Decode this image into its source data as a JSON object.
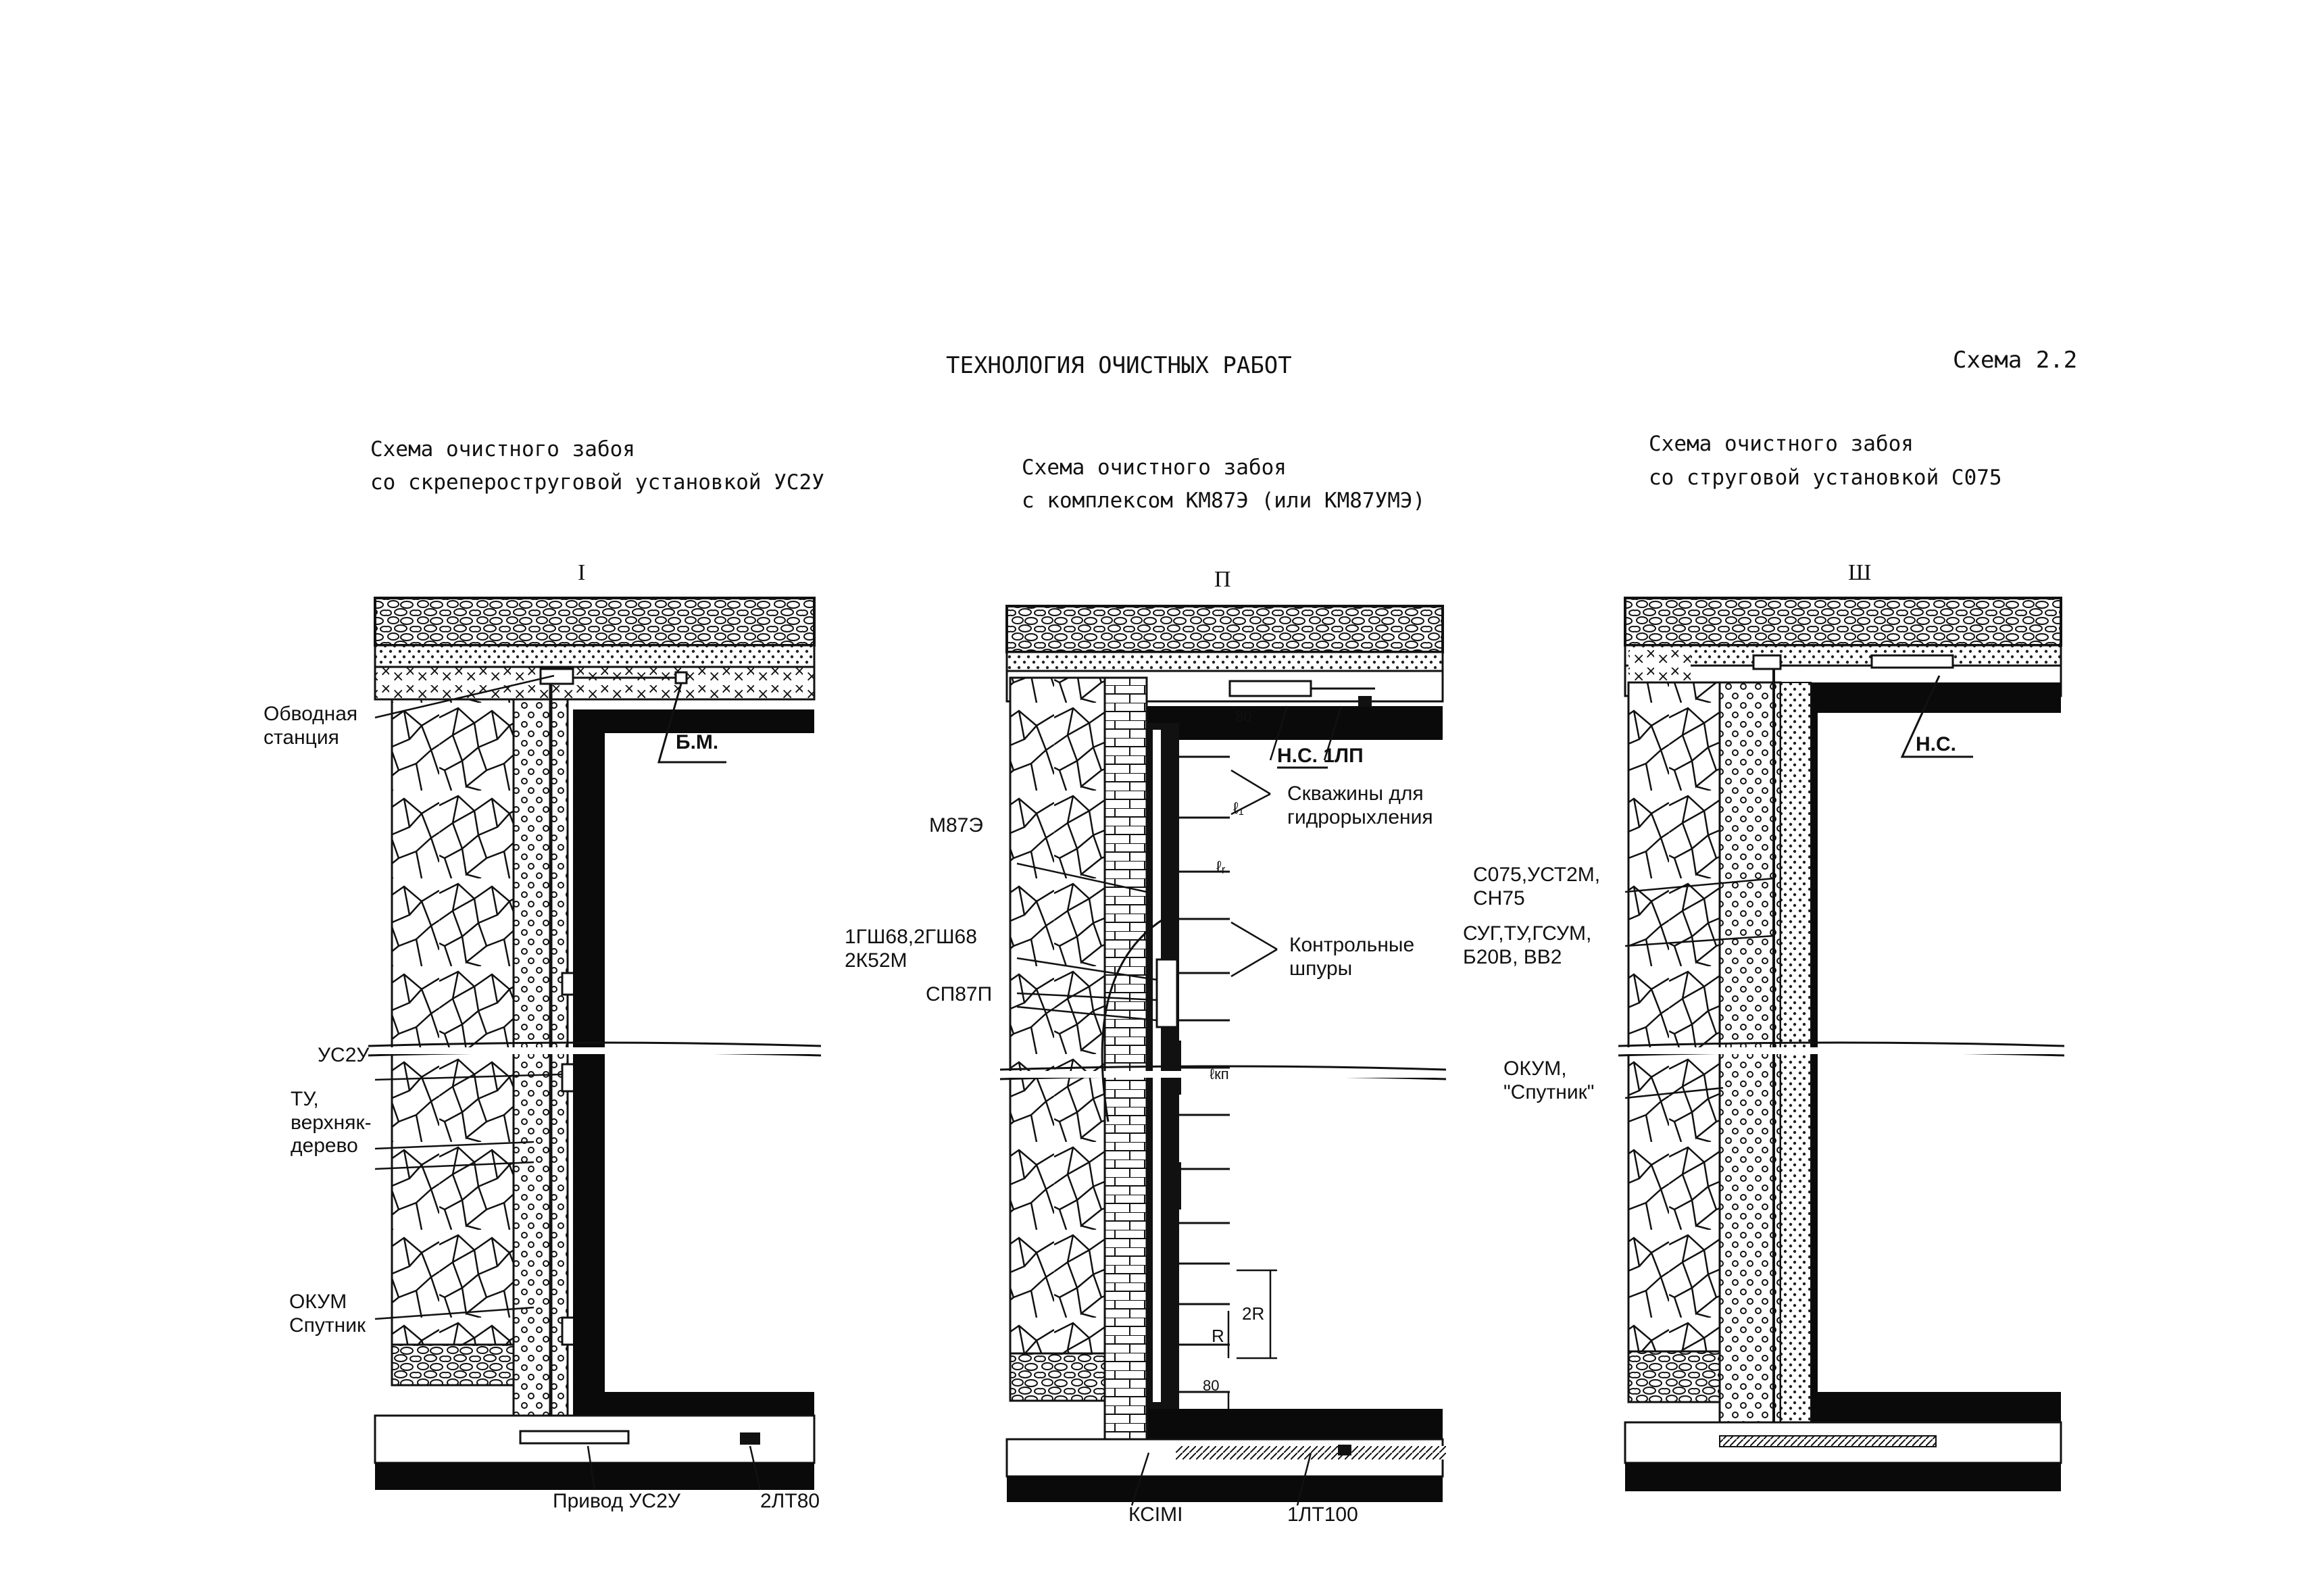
{
  "header": {
    "title": "ТЕХНОЛОГИЯ ОЧИСТНЫХ РАБОТ",
    "scheme_no": "Схема 2.2"
  },
  "panels": [
    {
      "caption_line1": "Схема очистного забоя",
      "caption_line2": "со скрепероструговой установкой УС2У",
      "numeral": "I",
      "labels": {
        "bypass": "Обводная\nстанция",
        "bm": "Б.М.",
        "us2u": "УС2У",
        "tu": "ТУ,\nверхняк-\nдерево",
        "okum": "ОКУМ\nСпутник",
        "drive": "Привод УС2У",
        "conveyor": "2ЛТ80"
      }
    },
    {
      "caption_line1": "Схема очистного забоя",
      "caption_line2": "с комплексом КМ87Э (или КМ87УМЭ)",
      "numeral": "П",
      "labels": {
        "m87e": "М87Э",
        "combines": "1ГШ68,2ГШ68\n2К52М",
        "sp87p": "СП87П",
        "ns": "Н.С. 1ЛП",
        "wells": "Скважины для\nгидрорыхления",
        "shpury": "Контрольные\nшпуры",
        "ksimi": "КСIМI",
        "conveyor": "1ЛТ100",
        "l1": "ℓ₁",
        "lr": "ℓᵣ",
        "lkn": "ℓкп",
        "r": "R",
        "two_r": "2R",
        "d80a": "80",
        "d80b": "80"
      }
    },
    {
      "caption_line1": "Схема очистного забоя",
      "caption_line2": "со струговой установкой С075",
      "numeral": "Ш",
      "labels": {
        "ns": "Н.С.",
        "plow": "С075,УСТ2М,\nСН75",
        "support": "СУГ,ТУ,ГСУМ,\nБ20В, ВВ2",
        "okum": "ОКУМ,\n\"Спутник\""
      }
    }
  ]
}
